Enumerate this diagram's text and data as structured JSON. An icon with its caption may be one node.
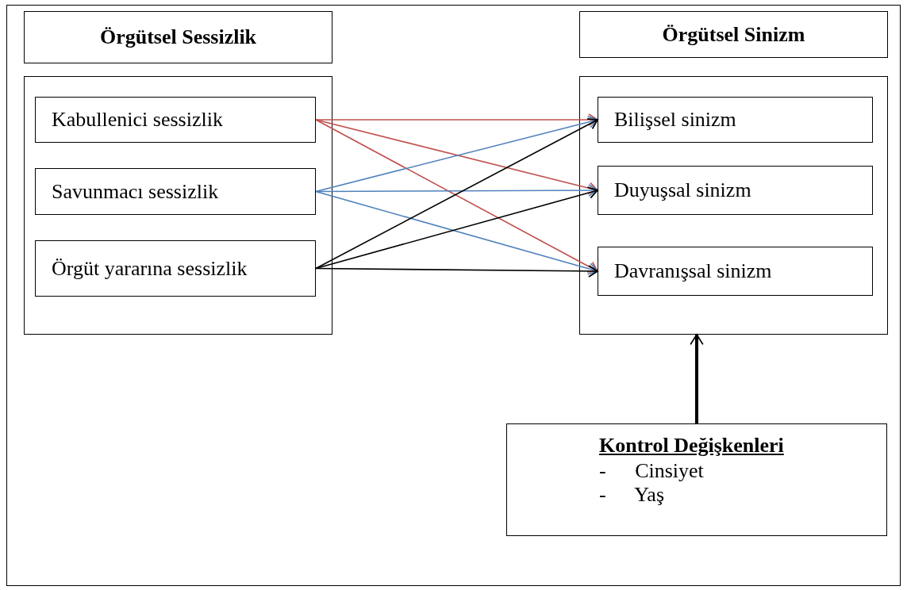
{
  "diagram": {
    "nodes": [
      {
        "text": [
          "Örgütsel Sessizlik"
        ]
      },
      {
        "text": [
          "Örgütsel Sinizm"
        ]
      },
      {
        "text": [],
        "shape": "box"
      },
      {
        "text": [
          "Kabullenici sessizlik"
        ],
        "in": 2
      },
      {
        "text": [
          "Savunmacı sessizlik"
        ],
        "in": 2
      },
      {
        "text": [
          "Örgüt yararına sessizlik"
        ],
        "in": 2
      },
      {
        "text": [],
        "shape": "box"
      },
      {
        "text": [
          "Bilişsel sinizm"
        ],
        "in": 6
      },
      {
        "text": [
          "Duyuşsal sinizm"
        ],
        "in": 6
      },
      {
        "text": [
          "Davranışsal sinizm"
        ],
        "in": 6
      },
      {
        "text": [
          "Kontrol Değişkenleri",
          "- Cinsiyet",
          "- Yaş"
        ]
      }
    ],
    "edges": [
      {
        "from": 3,
        "to": 7,
        "arrow": "to",
        "color": "#c0504d"
      },
      {
        "from": 3,
        "to": 8,
        "arrow": "to",
        "color": "#c0504d"
      },
      {
        "from": 3,
        "to": 9,
        "arrow": "to",
        "color": "#c0504d"
      },
      {
        "from": 4,
        "to": 7,
        "arrow": "to",
        "color": "#4f81bd"
      },
      {
        "from": 4,
        "to": 8,
        "arrow": "to",
        "color": "#4f81bd"
      },
      {
        "from": 4,
        "to": 9,
        "arrow": "to",
        "color": "#4f81bd"
      },
      {
        "from": 5,
        "to": 7,
        "arrow": "to"
      },
      {
        "from": 5,
        "to": 8,
        "arrow": "to"
      },
      {
        "from": 5,
        "to": 9,
        "arrow": "to"
      },
      {
        "from": 10,
        "to": 6,
        "arrow": "to",
        "style": "thick"
      }
    ]
  }
}
